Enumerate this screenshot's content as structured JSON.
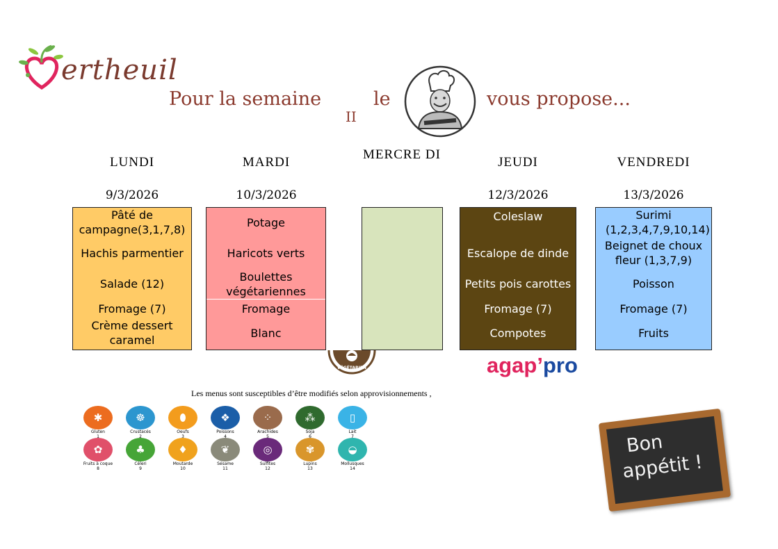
{
  "logo": {
    "text": "ertheuil"
  },
  "headline": {
    "part1": "Pour la semaine",
    "roman": "II",
    "part2": "le",
    "part3": "vous propose..."
  },
  "days": [
    {
      "name": "LUNDI",
      "date": "9/3/2026",
      "color": "#ffcb66",
      "items": [
        "Pâté de campagne(3,1,7,8)",
        "Hachis parmentier",
        "Salade (12)",
        "Fromage (7)",
        "Crème dessert caramel"
      ]
    },
    {
      "name": "MARDI",
      "date": "10/3/2026",
      "color": "#ff9999",
      "items": [
        "Potage",
        "Haricots verts",
        "Boulettes végétariennes",
        "Fromage",
        "Blanc"
      ]
    },
    {
      "name": "MERCRE DI",
      "date": "",
      "color": "#d8e4bc",
      "items": []
    },
    {
      "name": "JEUDI",
      "date": "12/3/2026",
      "color": "#5c4512",
      "items": [
        "Coleslaw",
        "Escalope de dinde",
        "Petits pois carottes",
        "Fromage (7)",
        "Compotes"
      ]
    },
    {
      "name": "VENDREDI",
      "date": "13/3/2026",
      "color": "#99ccff",
      "items": [
        "Surimi (1,2,3,4,7,9,10,14)",
        "Beignet de choux fleur (1,3,7,9)",
        "Poisson",
        "Fromage (7)",
        "Fruits"
      ]
    }
  ],
  "badge": {
    "text": "VÉGÉTARIEN"
  },
  "agap": {
    "part1": "agap",
    "part2": "’",
    "part3": "pro",
    "color1": "#e0245e",
    "color2": "#1a4aa0"
  },
  "footnote": "Les menus sont susceptibles d’être modifiés selon approvisionnements ,",
  "allergens": [
    {
      "label": "Gluten",
      "num": "1",
      "color": "#ec6c1f",
      "icon": "wheat-icon"
    },
    {
      "label": "Crustacés",
      "num": "2",
      "color": "#2c96cf",
      "icon": "crab-icon"
    },
    {
      "label": "Oeufs",
      "num": "3",
      "color": "#f39c1d",
      "icon": "egg-icon"
    },
    {
      "label": "Poissons",
      "num": "4",
      "color": "#1b5ea8",
      "icon": "fish-icon"
    },
    {
      "label": "Arachides",
      "num": "5",
      "color": "#9a6b4c",
      "icon": "peanut-icon"
    },
    {
      "label": "Soja",
      "num": "6",
      "color": "#2f6a2e",
      "icon": "soy-icon"
    },
    {
      "label": "Lait",
      "num": "7",
      "color": "#3ab3e6",
      "icon": "milk-icon"
    },
    {
      "label": "Fruits à coque",
      "num": "8",
      "color": "#e0506a",
      "icon": "nut-icon"
    },
    {
      "label": "Céleri",
      "num": "9",
      "color": "#46a537",
      "icon": "celery-icon"
    },
    {
      "label": "Moutarde",
      "num": "10",
      "color": "#f0a21d",
      "icon": "mustard-icon"
    },
    {
      "label": "Sésame",
      "num": "11",
      "color": "#8a8a7a",
      "icon": "sesame-icon"
    },
    {
      "label": "Sulfites",
      "num": "12",
      "color": "#6a2a7a",
      "icon": "sulfite-icon"
    },
    {
      "label": "Lupins",
      "num": "13",
      "color": "#d9962b",
      "icon": "lupin-icon"
    },
    {
      "label": "Mollusques",
      "num": "14",
      "color": "#2fb5ae",
      "icon": "shell-icon"
    }
  ],
  "board": {
    "line1": "Bon",
    "line2": "appétit !"
  }
}
